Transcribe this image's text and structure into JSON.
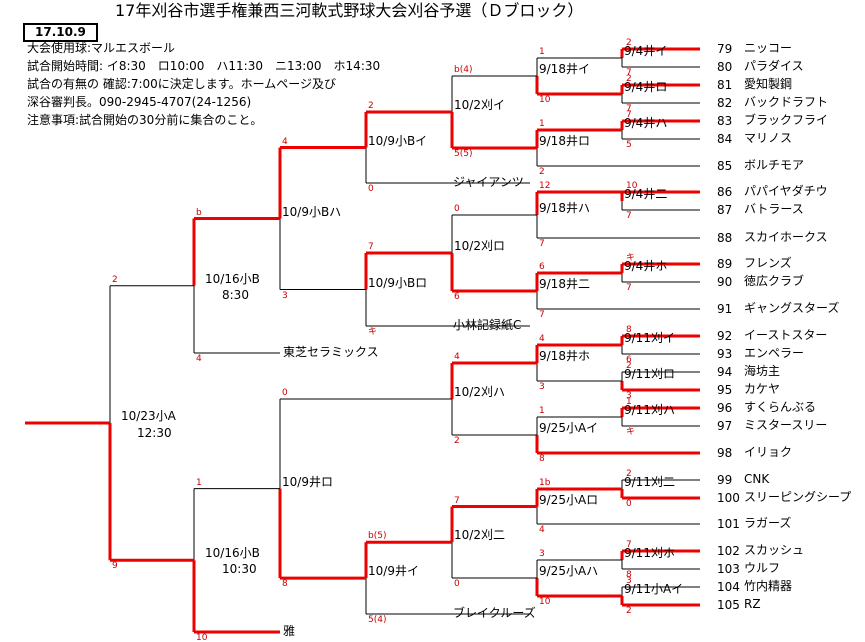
{
  "header": {
    "title": "17年刈谷市選手権兼西三河軟式野球大会刈谷予選（Ｄブロック）",
    "date": "17.10.9",
    "info": [
      "大会使用球:マルエスボール",
      "試合開始時間: イ8:30　ロ10:00　ハ11:30　ニ13:00　ホ14:30",
      "試合の有無の 確認:7:00に決定します。ホームページ及び",
      "深谷審判長。090-2945-4707(24-1256)",
      "注意事項:試合開始の30分前に集合のこと。"
    ]
  },
  "teams": [
    {
      "no": "79",
      "name": "ニッコー"
    },
    {
      "no": "80",
      "name": "パラダイス"
    },
    {
      "no": "81",
      "name": "愛知製鋼"
    },
    {
      "no": "82",
      "name": "バックドラフト"
    },
    {
      "no": "83",
      "name": "ブラックフライ"
    },
    {
      "no": "84",
      "name": "マリノス"
    },
    {
      "no": "85",
      "name": "ボルチモア"
    },
    {
      "no": "86",
      "name": "パパイヤダチウ"
    },
    {
      "no": "87",
      "name": "バトラース"
    },
    {
      "no": "88",
      "name": "スカイホークス"
    },
    {
      "no": "89",
      "name": "フレンズ"
    },
    {
      "no": "90",
      "name": "徳広クラブ"
    },
    {
      "no": "91",
      "name": "ギャングスターズ"
    },
    {
      "no": "92",
      "name": "イーストスター"
    },
    {
      "no": "93",
      "name": "エンペラー"
    },
    {
      "no": "94",
      "name": "海坊主"
    },
    {
      "no": "95",
      "name": "カケヤ"
    },
    {
      "no": "96",
      "name": "すくらんぶる"
    },
    {
      "no": "97",
      "name": "ミスタースリー"
    },
    {
      "no": "98",
      "name": "イリョク"
    },
    {
      "no": "99",
      "name": "CNK"
    },
    {
      "no": "100",
      "name": "スリーピングシープ"
    },
    {
      "no": "101",
      "name": "ラガーズ"
    },
    {
      "no": "102",
      "name": "スカッシュ"
    },
    {
      "no": "103",
      "name": "ウルフ"
    },
    {
      "no": "104",
      "name": "竹内精器"
    },
    {
      "no": "105",
      "name": "RZ"
    }
  ],
  "seeded_teams": [
    "ジャイアンツ",
    "小林記録紙C",
    "東芝セラミックス",
    "ブレイクルーズ",
    "雅"
  ],
  "matches": {
    "r1": [
      "9/4井イ",
      "9/4井ロ",
      "9/4井ハ",
      "9/4井二",
      "9/4井ホ",
      "9/11刈イ",
      "9/11刈ロ",
      "9/11刈ハ",
      "9/11刈二",
      "9/11刈ホ",
      "9/11小Aイ"
    ],
    "r2": [
      "9/18井イ",
      "9/18井ロ",
      "9/18井ハ",
      "9/18井二",
      "9/18井ホ",
      "9/25小Aイ",
      "9/25小Aロ",
      "9/25小Aハ"
    ],
    "r3": [
      "10/2刈イ",
      "10/2刈ロ",
      "10/2刈ハ",
      "10/2刈二"
    ],
    "r4": [
      "10/9小Bイ",
      "10/9小Bロ",
      "10/9井イ"
    ],
    "r5": [
      "10/9小Bハ",
      "10/9井ロ"
    ],
    "semi": [
      {
        "name": "10/16小B",
        "time": "8:30"
      },
      {
        "name": "10/16小B",
        "time": "10:30"
      }
    ],
    "final": {
      "name": "10/23小A",
      "time": "12:30"
    }
  },
  "scores": {
    "r1": [
      [
        "2",
        "7"
      ],
      [
        "2",
        "7"
      ],
      [
        "7",
        "5"
      ],
      [
        "10",
        "7"
      ],
      [
        "キ",
        "7"
      ],
      [
        "8",
        "6"
      ],
      [
        "2",
        "3"
      ],
      [
        "1",
        "キ"
      ],
      [
        "2",
        "0"
      ],
      [
        "7",
        "8"
      ],
      [
        "3",
        "2"
      ]
    ],
    "r2": [
      [
        "1",
        "10"
      ],
      [
        "1",
        "2"
      ],
      [
        "12",
        "7"
      ],
      [
        "6",
        "7"
      ],
      [
        "4",
        "3"
      ],
      [
        "1",
        "8"
      ],
      [
        "1b",
        "4"
      ],
      [
        "3",
        "10"
      ]
    ],
    "r3": [
      [
        "b(4)",
        "5(5)"
      ],
      [
        "0",
        "6"
      ],
      [
        "4",
        "2"
      ],
      [
        "7",
        "0"
      ]
    ],
    "r4": [
      [
        "2",
        "0"
      ],
      [
        "7",
        "キ"
      ],
      [
        "b(5)",
        "5(4)"
      ]
    ],
    "r5": [
      [
        "4",
        "3"
      ],
      [
        "0",
        "8"
      ]
    ],
    "semi": [
      [
        "b",
        "4"
      ],
      [
        "1",
        "10"
      ]
    ],
    "final": [
      "2",
      "9"
    ]
  },
  "colors": {
    "win": "#ee0000",
    "line": "#000000",
    "score": "#cc0000"
  }
}
